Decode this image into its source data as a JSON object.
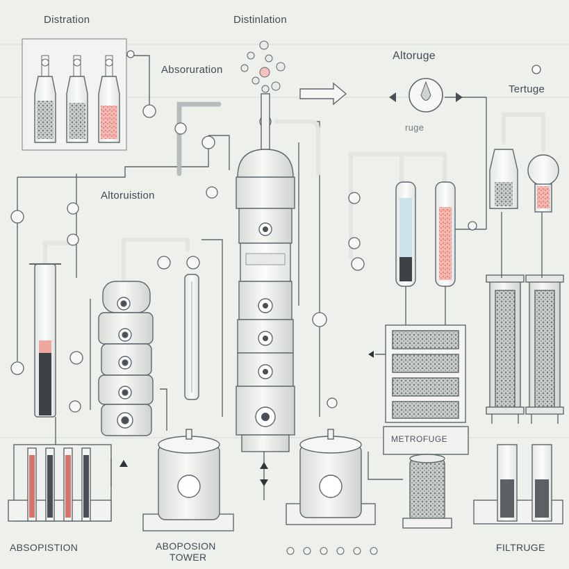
{
  "labels": {
    "distration": "Distration",
    "distinlation": "Distinlation",
    "absoruration": "Absoruration",
    "altoruge": "Altoruge",
    "terluge": "Tertuge",
    "faint_ruge": "ruge",
    "atoruistion": "Altoruistion",
    "absopistion": "ABSOPISTION",
    "absorption_tower_line1": "ABOPOSION",
    "absorption_tower_line2": "TOWER",
    "filtruge": "FILTRUGE",
    "plate_text": "METROFUGE"
  },
  "colors": {
    "background": "#eef0ec",
    "line": "#5c666b",
    "vessel": "#f4f5f2",
    "accent_pink": "#e88a83",
    "accent_dark": "#4a4f55"
  }
}
